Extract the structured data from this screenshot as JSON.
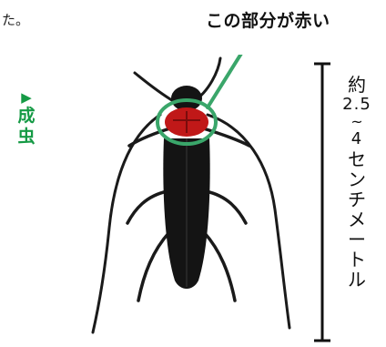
{
  "top_left_fragment": "た。",
  "callout": {
    "text": "この部分が赤い",
    "highlight_color": "#3aa66a"
  },
  "stage_label": {
    "marker": "▶",
    "chars": [
      "成",
      "虫"
    ],
    "color": "#159a45"
  },
  "size": {
    "lines": [
      "約",
      "2.5",
      "~",
      "4",
      "セ",
      "ン",
      "チ",
      "メ",
      "ー",
      "ト",
      "ル"
    ]
  },
  "beetle": {
    "body_color": "#141414",
    "pronotum_color": "#c01818"
  }
}
